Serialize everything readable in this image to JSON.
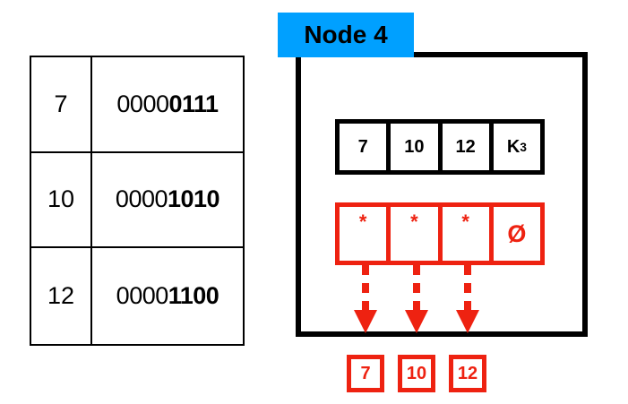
{
  "binary_table": {
    "rows": [
      {
        "decimal": "7",
        "bin_prefix": "0000",
        "bin_suffix": "0111"
      },
      {
        "decimal": "10",
        "bin_prefix": "0000",
        "bin_suffix": "1010"
      },
      {
        "decimal": "12",
        "bin_prefix": "0000",
        "bin_suffix": "1100"
      }
    ]
  },
  "node": {
    "label": "Node 4",
    "label_color": "#00A0FF",
    "border_color": "#000000",
    "key_array": {
      "cells": [
        {
          "text": "7"
        },
        {
          "text": "10"
        },
        {
          "text": "12"
        },
        {
          "text": "K",
          "subscript": "3"
        }
      ]
    },
    "pointer_array": {
      "color": "#EE2211",
      "cells": [
        {
          "text": "*"
        },
        {
          "text": "*"
        },
        {
          "text": "*"
        },
        {
          "text": "Ø"
        }
      ]
    }
  },
  "leaf_values": [
    {
      "text": "7"
    },
    {
      "text": "10"
    },
    {
      "text": "12"
    }
  ],
  "colors": {
    "red": "#EE2211",
    "blue": "#00A0FF",
    "black": "#000000"
  }
}
